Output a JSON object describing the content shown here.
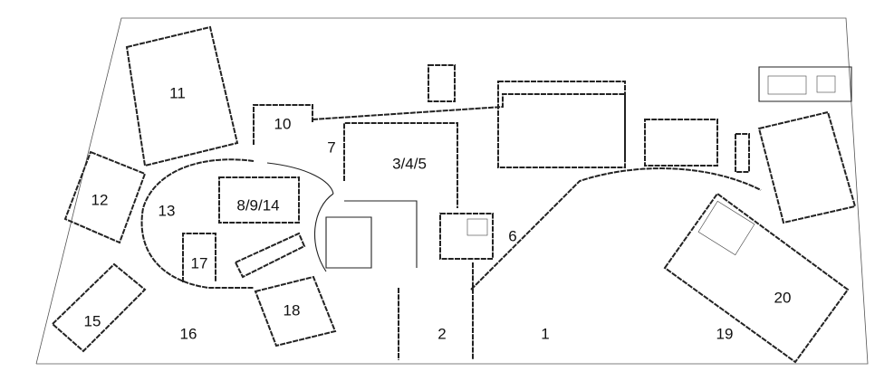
{
  "rooms": [
    {
      "label": "11"
    },
    {
      "label": "10"
    },
    {
      "label": "7"
    },
    {
      "label": "3/4/5"
    },
    {
      "label": "12"
    },
    {
      "label": "13"
    },
    {
      "label": "8/9/14"
    },
    {
      "label": "6"
    },
    {
      "label": "17"
    },
    {
      "label": "20"
    },
    {
      "label": "18"
    },
    {
      "label": "15"
    },
    {
      "label": "16"
    },
    {
      "label": "2"
    },
    {
      "label": "1"
    },
    {
      "label": "19"
    }
  ]
}
